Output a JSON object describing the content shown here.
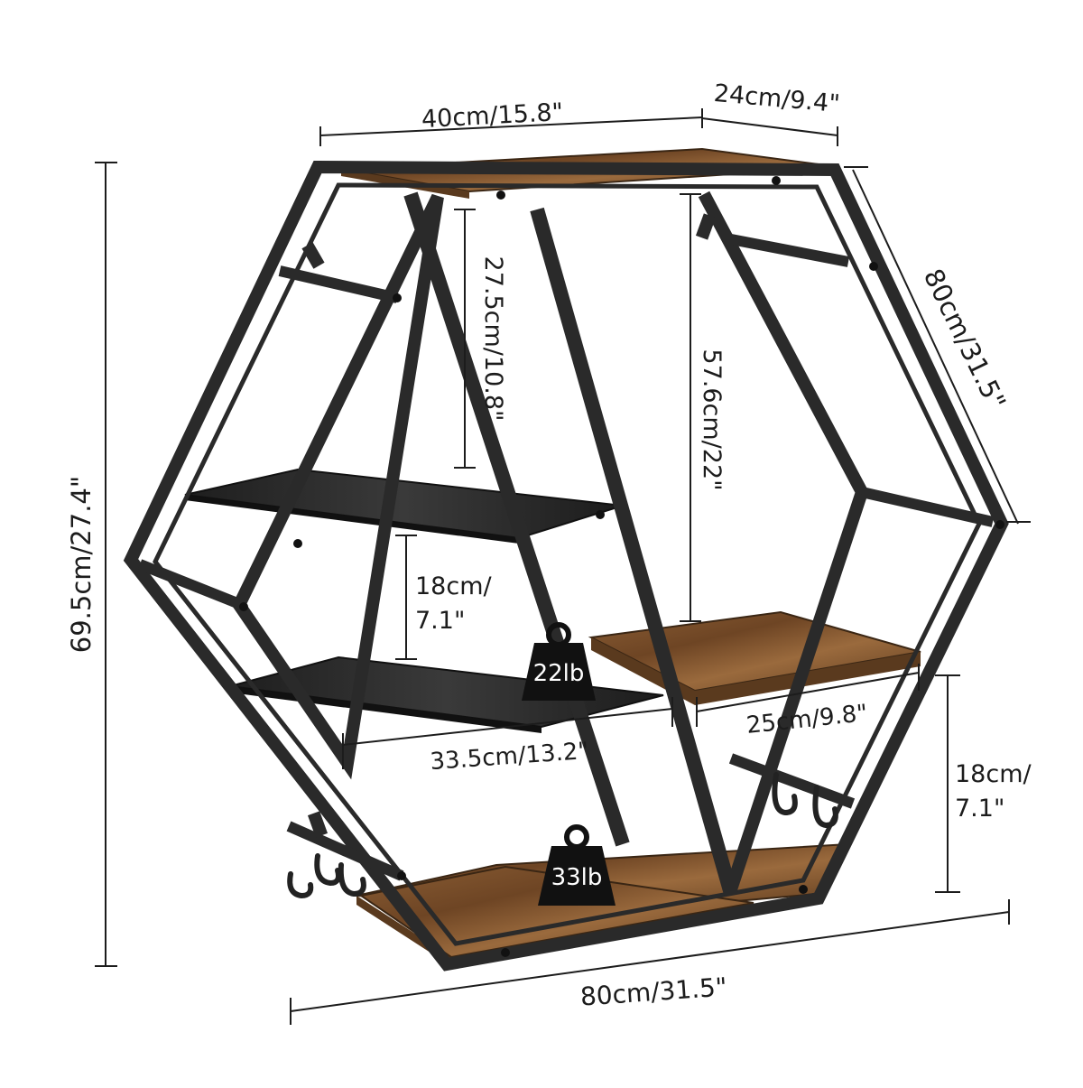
{
  "dimensions": {
    "top_width": "40cm/15.8\"",
    "depth_top": "24cm/9.4\"",
    "side_edge": "80cm/31.5\"",
    "overall_height": "69.5cm/27.4\"",
    "upper_gap": "27.5cm/10.8\"",
    "right_gap": "57.6cm/22\"",
    "middle_gap_line1": "18cm/",
    "middle_gap_line2": "7.1\"",
    "right_lower_gap_line1": "18cm/",
    "right_lower_gap_line2": "7.1\"",
    "left_shelf_width": "33.5cm/13.2\"",
    "right_shelf_width": "25cm/9.8\"",
    "bottom_width": "80cm/31.5\""
  },
  "load_ratings": {
    "middle_shelf": "22lb",
    "bottom_shelf": "33lb"
  },
  "colors": {
    "frame": "#2a2a2a",
    "wood": "#7a5230",
    "glass": "#2b2b2b",
    "text": "#1c1c1c"
  }
}
